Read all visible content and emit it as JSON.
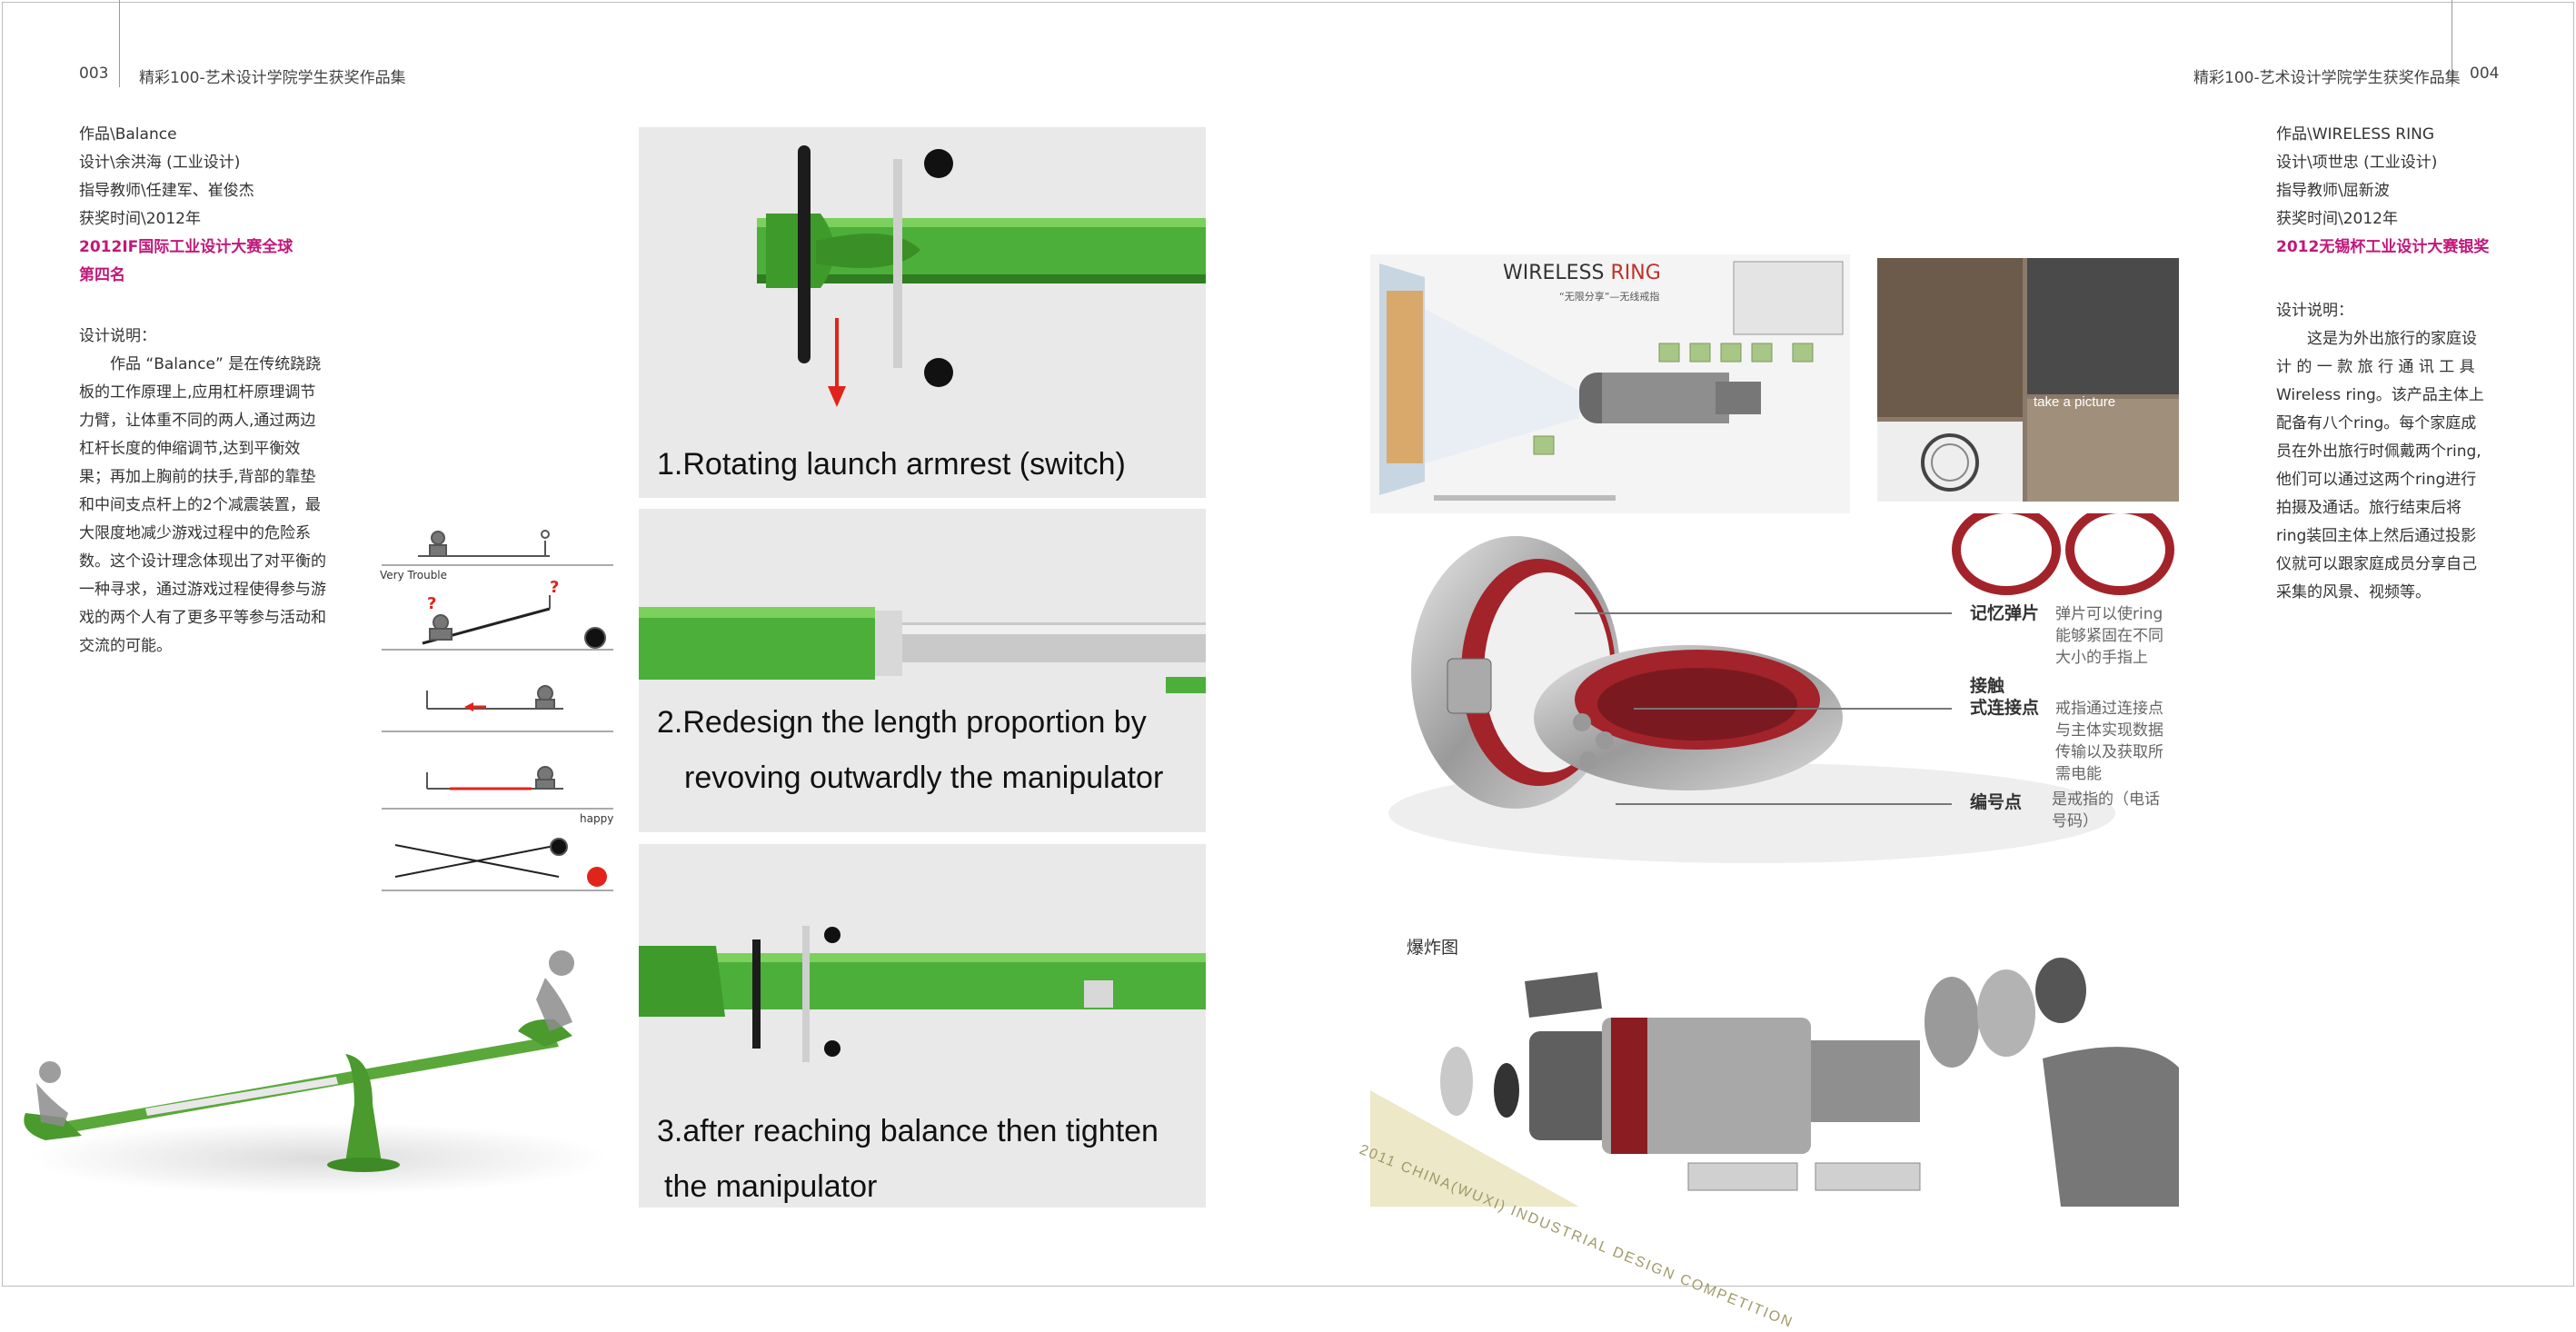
{
  "header": {
    "left_page_no": "003",
    "left_title": "精彩100-艺术设计学院学生获奖作品集",
    "right_title": "精彩100-艺术设计学院学生获奖作品集",
    "right_page_no": "004"
  },
  "left_work": {
    "title": "作品\\Balance",
    "designer": "设计\\余洪海 (工业设计)",
    "advisor": "指导教师\\任建军、崔俊杰",
    "year": "获奖时间\\2012年",
    "award_line1": "2012IF国际工业设计大赛全球",
    "award_line2": "第四名",
    "desc_heading": "设计说明：",
    "desc_lines": [
      "作品 “Balance” 是在传统跷跷",
      "板的工作原理上,应用杠杆原理调节",
      "力臂，让体重不同的两人,通过两边",
      "杠杆长度的伸缩调节,达到平衡效",
      "果；再加上胸前的扶手,背部的靠垫",
      "和中间支点杆上的2个减震装置，最",
      "大限度地减少游戏过程中的危险系",
      "数。这个设计理念体现出了对平衡的",
      "一种寻求，通过游戏过程使得参与游",
      "戏的两个人有了更多平等参与活动和",
      "交流的可能。"
    ],
    "diagram_very_trouble": "Very Trouble",
    "diagram_happy": "happy",
    "captions": {
      "c1": "1.Rotating launch armrest (switch)",
      "c2a": "2.Redesign the length proportion by",
      "c2b": "revoving outwardly the manipulator",
      "c3a": "3.after reaching balance then tighten",
      "c3b": "the manipulator"
    }
  },
  "right_work": {
    "title": "作品\\WIRELESS RING",
    "designer": "设计\\项世忠 (工业设计)",
    "advisor": "指导教师\\屈新波",
    "year": "获奖时间\\2012年",
    "award": "2012无锡杯工业设计大赛银奖",
    "desc_heading": "设计说明：",
    "desc_lines": [
      "这是为外出旅行的家庭设",
      "计 的 一 款 旅 行 通 讯 工 具",
      "Wireless ring。该产品主体上",
      "配备有八个ring。每个家庭成",
      "员在外出旅行时佩戴两个ring,",
      "他们可以通过这两个ring进行",
      "拍摄及通话。旅行结束后将",
      "ring装回主体上然后通过投影",
      "仪就可以跟家庭成员分享自己",
      "采集的风景、视频等。"
    ],
    "poster_title_a": "WIRELESS",
    "poster_title_b": "RING",
    "poster_sub": "“无限分享”—无线戒指",
    "take_picture": "take a picture",
    "callouts": {
      "memory_spring": "记忆弹片",
      "memory_spring_note": "弹片可以使ring能够紧固在不同大小的手指上",
      "contact_a": "接触",
      "contact_b": "式连接点",
      "contact_note": "戒指通过连接点与主体实现数据传输以及获取所需电能",
      "number_point": "编号点",
      "number_note": "是戒指的（电话号码）"
    },
    "exploded_label": "爆炸图",
    "competition_text": "2011 CHINA(WUXI) INDUSTRIAL DESIGN COMPETITION"
  },
  "colors": {
    "accent": "#c0187a",
    "green": "#4caf3a",
    "red_ring": "#a3232a"
  }
}
